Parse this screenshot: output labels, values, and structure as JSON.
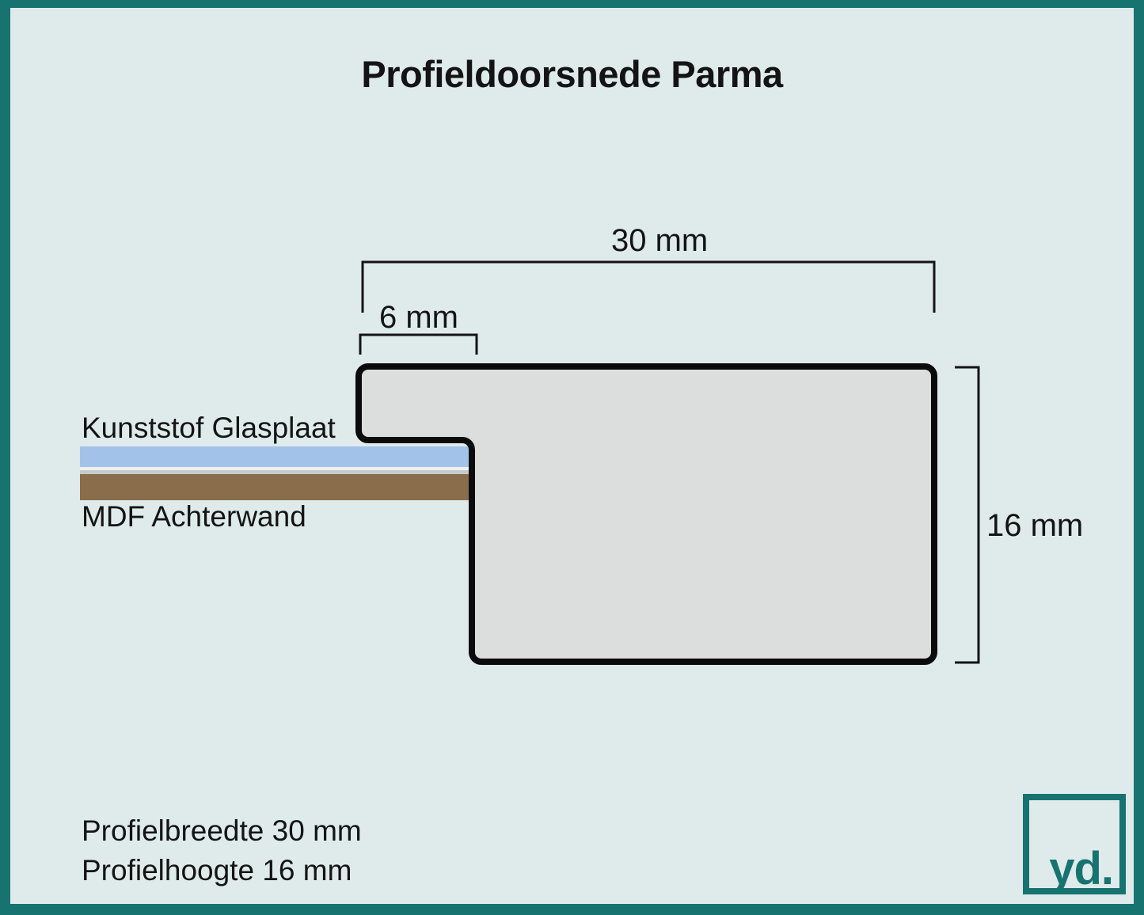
{
  "page": {
    "title": "Profieldoorsnede Parma",
    "background_color": "#dfeaeb",
    "border_color": "#177370"
  },
  "diagram": {
    "type": "frame-profile-cross-section",
    "dimensions": {
      "profile_width_label": "30 mm",
      "rabbet_width_label": "6 mm",
      "profile_height_label": "16 mm"
    },
    "layers": {
      "glass_label": "Kunststof Glasplaat",
      "backboard_label": "MDF Achterwand",
      "glass_color": "#a2c2e9",
      "spacer_white_color": "#eef1f1",
      "spacer_gray_color": "#c6cbca",
      "backboard_color": "#8a6d4a",
      "frame_fill_color": "#dcdddd",
      "frame_stroke_color": "#0b0b0b"
    }
  },
  "footer": {
    "line1": "Profielbreedte 30 mm",
    "line2": "Profielhoogte 16 mm"
  },
  "logo": {
    "text": "yd.",
    "color": "#177370"
  }
}
